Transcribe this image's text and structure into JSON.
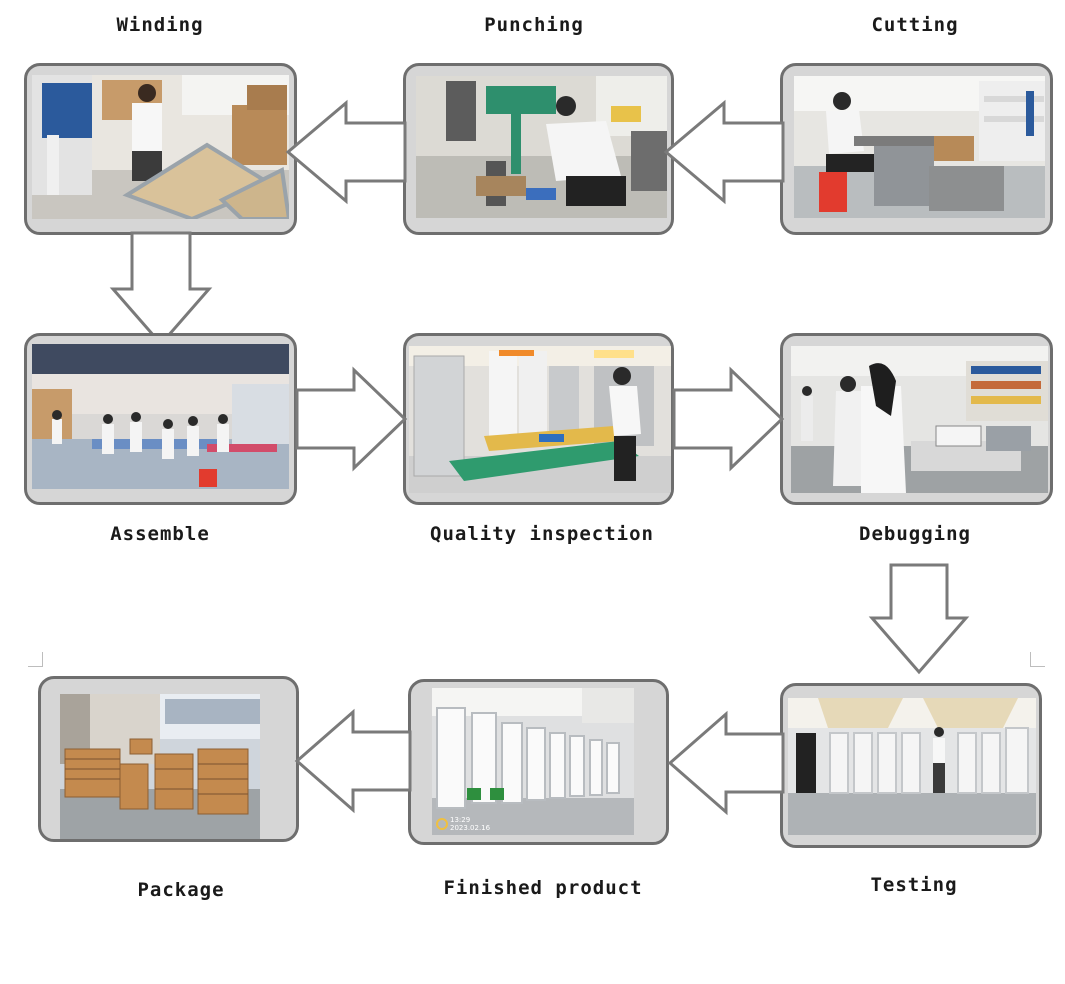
{
  "steps": {
    "winding": {
      "label": "Winding"
    },
    "punching": {
      "label": "Punching"
    },
    "cutting": {
      "label": "Cutting"
    },
    "assemble": {
      "label": "Assemble"
    },
    "quality_inspection": {
      "label": "Quality inspection"
    },
    "debugging": {
      "label": "Debugging"
    },
    "package": {
      "label": "Package"
    },
    "finished_product": {
      "label": "Finished product",
      "photo_time": "13:29",
      "photo_date": "2023.02.16"
    },
    "testing": {
      "label": "Testing"
    }
  },
  "colors": {
    "frame_border": "#6e6e6e",
    "frame_fill": "#d6d6d6",
    "arrow_stroke": "#7a7a7a",
    "arrow_fill": "#ffffff",
    "label_text": "#1a1a1a"
  }
}
